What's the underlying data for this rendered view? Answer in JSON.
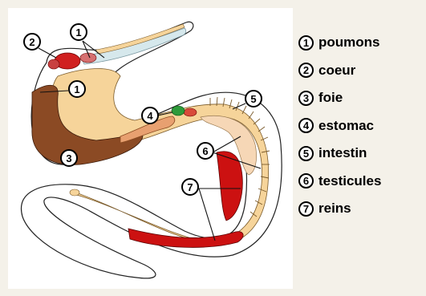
{
  "callouts": [
    "1",
    "2",
    "1",
    "3",
    "4",
    "5",
    "6",
    "7"
  ],
  "legend": [
    {
      "num": "1",
      "label": "poumons"
    },
    {
      "num": "2",
      "label": "coeur"
    },
    {
      "num": "3",
      "label": "foie"
    },
    {
      "num": "4",
      "label": "estomac"
    },
    {
      "num": "5",
      "label": "intestin"
    },
    {
      "num": "6",
      "label": "testicules"
    },
    {
      "num": "7",
      "label": "reins"
    }
  ],
  "colors": {
    "background": "#f4f1e9",
    "body_fill": "#ffffff",
    "lung": "#d6e8ec",
    "heart": "#d02020",
    "liver": "#8b4a24",
    "stomach": "#e8a070",
    "gallbladder": "#2e9a3a",
    "intestine": "#f6d49a",
    "testes": "#f6d7b6",
    "kidneys": "#cc1111"
  }
}
